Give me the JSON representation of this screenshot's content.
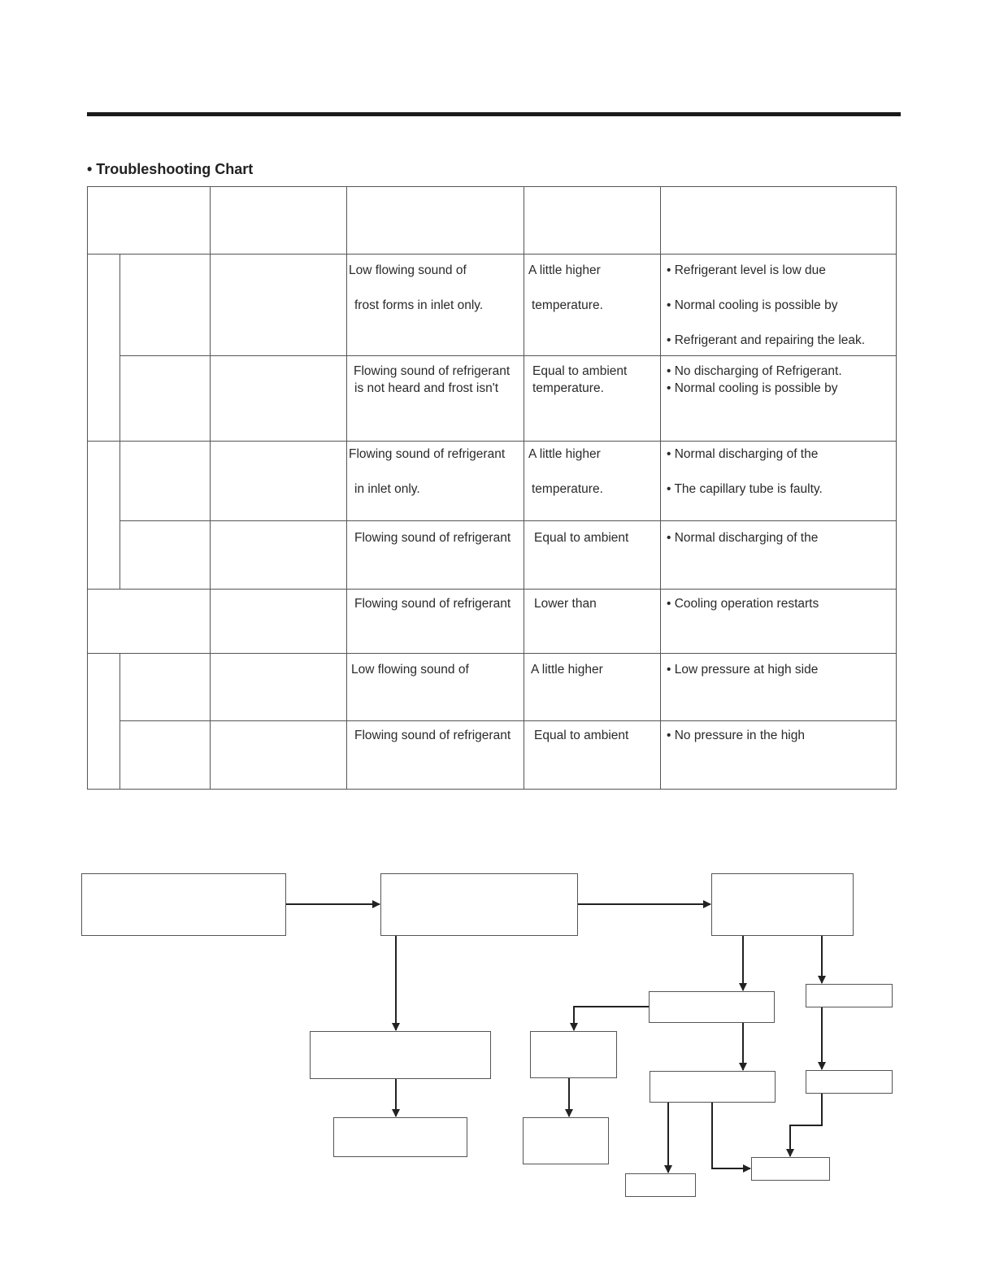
{
  "section_title": "• Troubleshooting Chart",
  "table": {
    "cells": [
      {
        "id": "r1c3a",
        "text": "Low flowing sound of"
      },
      {
        "id": "r1c3b",
        "text": "frost forms in inlet only."
      },
      {
        "id": "r1c4a",
        "text": "A little higher"
      },
      {
        "id": "r1c4b",
        "text": "temperature."
      },
      {
        "id": "r1c5a",
        "text": "• Refrigerant level is low due"
      },
      {
        "id": "r1c5b",
        "text": "• Normal cooling is possible by"
      },
      {
        "id": "r1c5c",
        "text": "• Refrigerant and repairing the leak."
      },
      {
        "id": "r2c3a",
        "text": "Flowing sound of refrigerant"
      },
      {
        "id": "r2c3b",
        "text": "is not heard and frost isn't"
      },
      {
        "id": "r2c4a",
        "text": "Equal to ambient"
      },
      {
        "id": "r2c4b",
        "text": "temperature."
      },
      {
        "id": "r2c5a",
        "text": "• No discharging of Refrigerant."
      },
      {
        "id": "r2c5b",
        "text": "• Normal cooling is possible by"
      },
      {
        "id": "r3c3a",
        "text": "Flowing sound of refrigerant"
      },
      {
        "id": "r3c3b",
        "text": "in inlet only."
      },
      {
        "id": "r3c4a",
        "text": "A little higher"
      },
      {
        "id": "r3c4b",
        "text": "temperature."
      },
      {
        "id": "r3c5a",
        "text": "• Normal discharging of the"
      },
      {
        "id": "r3c5b",
        "text": "• The capillary tube is faulty."
      },
      {
        "id": "r4c3a",
        "text": "Flowing sound of refrigerant"
      },
      {
        "id": "r4c4a",
        "text": "Equal to ambient"
      },
      {
        "id": "r4c5a",
        "text": "• Normal discharging of the"
      },
      {
        "id": "r5c3a",
        "text": "Flowing sound of refrigerant"
      },
      {
        "id": "r5c4a",
        "text": "Lower than"
      },
      {
        "id": "r5c5a",
        "text": "• Cooling operation restarts"
      },
      {
        "id": "r6c3a",
        "text": "Low flowing sound of"
      },
      {
        "id": "r6c4a",
        "text": "A little higher"
      },
      {
        "id": "r6c5a",
        "text": "• Low pressure at high side"
      },
      {
        "id": "r7c3a",
        "text": "Flowing sound of refrigerant"
      },
      {
        "id": "r7c4a",
        "text": "Equal to ambient"
      },
      {
        "id": "r7c5a",
        "text": "• No pressure in the high"
      }
    ]
  }
}
